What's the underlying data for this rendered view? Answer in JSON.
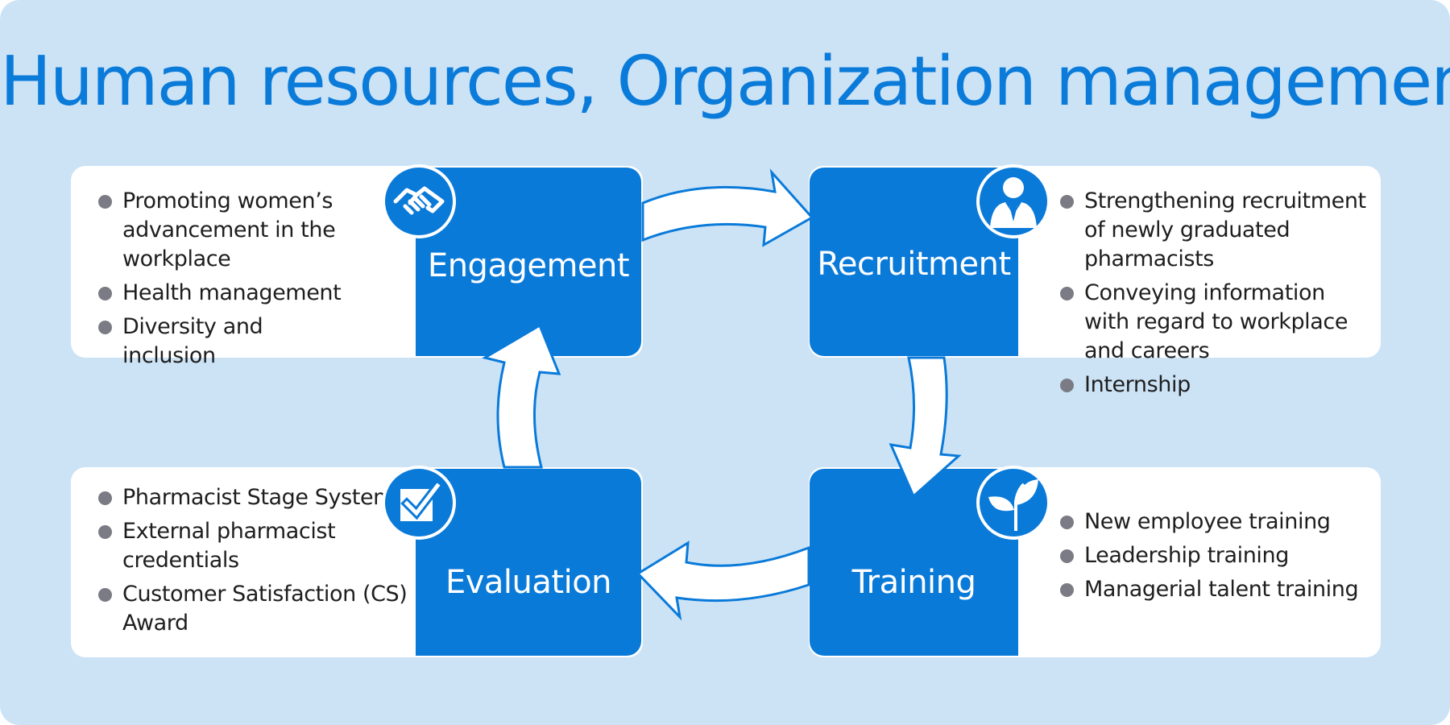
{
  "title": "Human resources, Organization management",
  "colors": {
    "background": "#cce3f6",
    "accent": "#0a7ad9",
    "title": "#0b7bda",
    "panel": "#ffffff",
    "bullet": "#7b7b85"
  },
  "cycle": {
    "engagement": {
      "label": "Engagement",
      "icon": "handshake-icon",
      "items": [
        "Promoting women’s advancement in the workplace",
        "Health management",
        "Diversity and inclusion"
      ]
    },
    "recruitment": {
      "label": "Recruitment",
      "icon": "person-icon",
      "items": [
        "Strengthening recruitment of newly graduated pharmacists",
        "Conveying information with regard to workplace and careers",
        "Internship"
      ]
    },
    "training": {
      "label": "Training",
      "icon": "sprout-icon",
      "items": [
        "New employee training",
        "Leadership training",
        "Managerial talent training"
      ]
    },
    "evaluation": {
      "label": "Evaluation",
      "icon": "checkbox-icon",
      "items": [
        "Pharmacist Stage System",
        "External pharmacist credentials",
        "Customer Satisfaction (CS) Award"
      ]
    }
  }
}
